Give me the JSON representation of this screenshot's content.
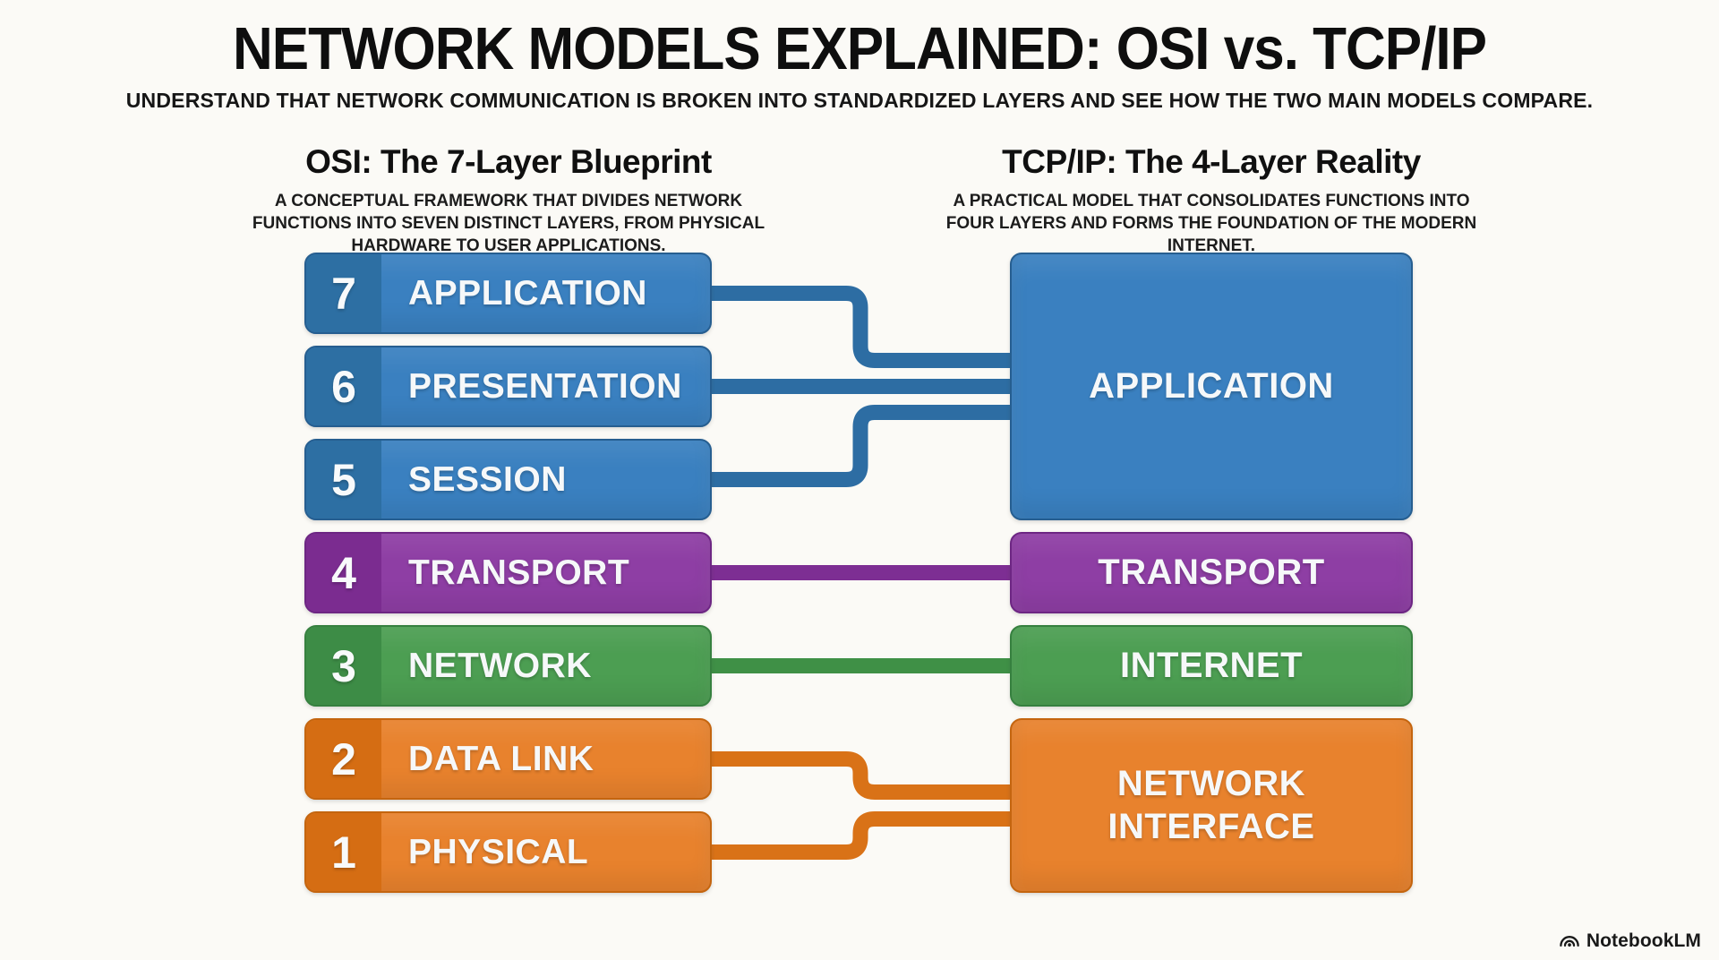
{
  "page": {
    "title": "NETWORK MODELS EXPLAINED: OSI vs. TCP/IP",
    "subtitle": "UNDERSTAND THAT NETWORK COMMUNICATION IS BROKEN INTO STANDARDIZED LAYERS AND SEE HOW THE TWO MAIN MODELS COMPARE."
  },
  "osi": {
    "heading": "OSI: The 7-Layer Blueprint",
    "description": "A CONCEPTUAL FRAMEWORK THAT DIVIDES NETWORK FUNCTIONS INTO SEVEN DISTINCT LAYERS, FROM PHYSICAL HARDWARE TO USER APPLICATIONS.",
    "layers": [
      {
        "number": "7",
        "label": "APPLICATION",
        "color_group": "blue"
      },
      {
        "number": "6",
        "label": "PRESENTATION",
        "color_group": "blue"
      },
      {
        "number": "5",
        "label": "SESSION",
        "color_group": "blue"
      },
      {
        "number": "4",
        "label": "TRANSPORT",
        "color_group": "purple"
      },
      {
        "number": "3",
        "label": "NETWORK",
        "color_group": "green"
      },
      {
        "number": "2",
        "label": "DATA LINK",
        "color_group": "orange"
      },
      {
        "number": "1",
        "label": "PHYSICAL",
        "color_group": "orange"
      }
    ]
  },
  "tcpip": {
    "heading": "TCP/IP: The 4-Layer Reality",
    "description": "A PRACTICAL MODEL THAT CONSOLIDATES FUNCTIONS INTO FOUR LAYERS AND FORMS THE FOUNDATION OF THE MODERN INTERNET.",
    "layers": [
      {
        "label": "APPLICATION",
        "color_group": "blue",
        "maps_to_osi": [
          "7",
          "6",
          "5"
        ]
      },
      {
        "label": "TRANSPORT",
        "color_group": "purple",
        "maps_to_osi": [
          "4"
        ]
      },
      {
        "label": "INTERNET",
        "color_group": "green",
        "maps_to_osi": [
          "3"
        ]
      },
      {
        "label": "NETWORK INTERFACE",
        "color_group": "orange",
        "maps_to_osi": [
          "2",
          "1"
        ]
      }
    ]
  },
  "footer": {
    "brand": "NotebookLM"
  },
  "palette": {
    "bg": "#fbfaf6",
    "ink": "#0e0e0e",
    "blue": "#3a80c0",
    "blueDark": "#2d6fa3",
    "blueBorder": "#265e90",
    "blueLine": "#2d6da3",
    "purple": "#8e3ea4",
    "purpleDark": "#7b2c90",
    "purpleBorder": "#6d2683",
    "purpleLine": "#7d2e93",
    "green": "#4c9e52",
    "greenDark": "#3d8c46",
    "greenBorder": "#36803f",
    "greenLine": "#3f9046",
    "orange": "#e8822d",
    "orangeDark": "#d56d13",
    "orangeBorder": "#c4650f",
    "orangeLine": "#d97217"
  }
}
